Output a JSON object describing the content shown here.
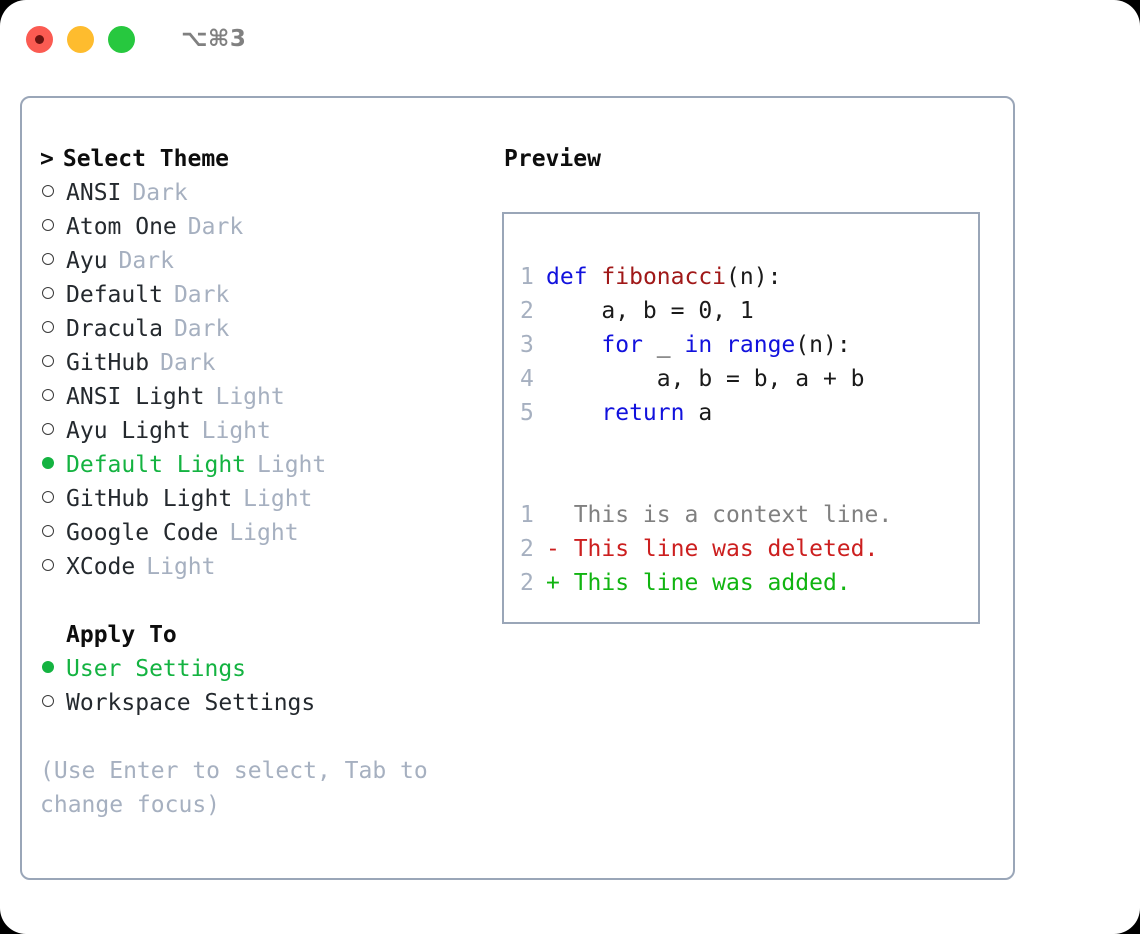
{
  "titlebar": {
    "shortcut": "⌥⌘3",
    "lights": [
      {
        "name": "close",
        "color": "#fb5b52"
      },
      {
        "name": "minimize",
        "color": "#febc2e"
      },
      {
        "name": "zoom",
        "color": "#27c83f"
      }
    ]
  },
  "theme_picker": {
    "heading": "Select Theme",
    "caret": ">",
    "items": [
      {
        "label": "ANSI",
        "variant": "Dark",
        "selected": false
      },
      {
        "label": "Atom One",
        "variant": "Dark",
        "selected": false
      },
      {
        "label": "Ayu",
        "variant": "Dark",
        "selected": false
      },
      {
        "label": "Default",
        "variant": "Dark",
        "selected": false
      },
      {
        "label": "Dracula",
        "variant": "Dark",
        "selected": false
      },
      {
        "label": "GitHub",
        "variant": "Dark",
        "selected": false
      },
      {
        "label": "ANSI Light",
        "variant": "Light",
        "selected": false
      },
      {
        "label": "Ayu Light",
        "variant": "Light",
        "selected": false
      },
      {
        "label": "Default Light",
        "variant": "Light",
        "selected": true
      },
      {
        "label": "GitHub Light",
        "variant": "Light",
        "selected": false
      },
      {
        "label": "Google Code",
        "variant": "Light",
        "selected": false
      },
      {
        "label": "XCode",
        "variant": "Light",
        "selected": false
      }
    ]
  },
  "apply_to": {
    "title": "Apply To",
    "options": [
      {
        "label": "User Settings",
        "selected": true
      },
      {
        "label": "Workspace Settings",
        "selected": false
      }
    ]
  },
  "hint": "(Use Enter to select, Tab to change focus)",
  "preview": {
    "title": "Preview",
    "code_lines": [
      {
        "num": "1",
        "tokens": [
          {
            "t": "def",
            "c": "kw"
          },
          {
            "t": " ",
            "c": "pl"
          },
          {
            "t": "fibonacci",
            "c": "fn"
          },
          {
            "t": "(n):",
            "c": "pl"
          }
        ]
      },
      {
        "num": "2",
        "tokens": [
          {
            "t": "    a, b = 0, 1",
            "c": "pl"
          }
        ]
      },
      {
        "num": "3",
        "tokens": [
          {
            "t": "    ",
            "c": "pl"
          },
          {
            "t": "for",
            "c": "kw"
          },
          {
            "t": " _ ",
            "c": "pl"
          },
          {
            "t": "in",
            "c": "kw"
          },
          {
            "t": " ",
            "c": "pl"
          },
          {
            "t": "range",
            "c": "kw"
          },
          {
            "t": "(n):",
            "c": "pl"
          }
        ]
      },
      {
        "num": "4",
        "tokens": [
          {
            "t": "        a, b = b, a + b",
            "c": "pl"
          }
        ]
      },
      {
        "num": "5",
        "tokens": [
          {
            "t": "    ",
            "c": "pl"
          },
          {
            "t": "return",
            "c": "kw"
          },
          {
            "t": " a",
            "c": "pl"
          }
        ]
      }
    ],
    "diff_lines": [
      {
        "num": "1",
        "text": "  This is a context line.",
        "kind": "ctx"
      },
      {
        "num": "2",
        "text": "- This line was deleted.",
        "kind": "del"
      },
      {
        "num": "2",
        "text": "+ This line was added.",
        "kind": "add"
      }
    ]
  },
  "colors": {
    "accent_green": "#14b341",
    "border": "#9aa6b8",
    "muted": "#a6b0c0",
    "keyword": "#1111dd",
    "function": "#a01818",
    "diff_add": "#11b411",
    "diff_del": "#cc1f1f",
    "diff_ctx": "#808080"
  }
}
